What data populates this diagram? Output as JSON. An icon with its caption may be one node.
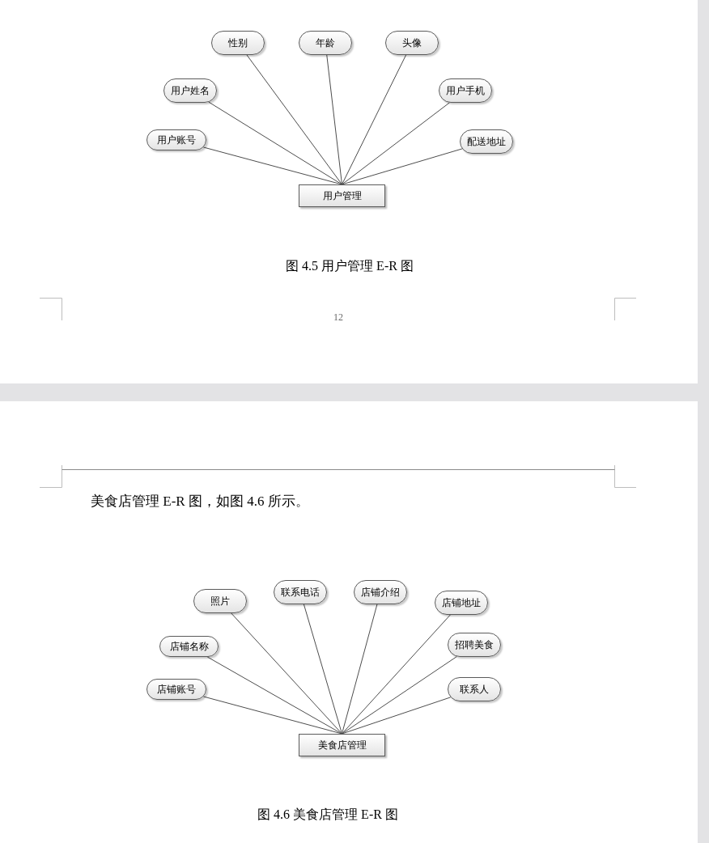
{
  "diagram": {
    "nodes": [
      {
        "text": [
          "性别"
        ]
      },
      {
        "text": [
          "年龄"
        ]
      },
      {
        "text": [
          "头像"
        ]
      },
      {
        "text": [
          "用户姓名"
        ]
      },
      {
        "text": [
          "用户手机"
        ]
      },
      {
        "text": [
          "用户账号"
        ]
      },
      {
        "text": [
          "配送地址"
        ]
      },
      {
        "text": [
          "用户管理"
        ]
      },
      {
        "text": [
          "照片"
        ]
      },
      {
        "text": [
          "联系电话"
        ]
      },
      {
        "text": [
          "店铺介绍"
        ]
      },
      {
        "text": [
          "店铺地址"
        ]
      },
      {
        "text": [
          "店铺名称"
        ]
      },
      {
        "text": [
          "招聘美食"
        ]
      },
      {
        "text": [
          "店铺账号"
        ]
      },
      {
        "text": [
          "联系人"
        ]
      },
      {
        "text": [
          "美食店管理"
        ]
      }
    ],
    "edges": [
      {
        "from": 5,
        "to": 7,
        "arrow": "none"
      },
      {
        "from": 3,
        "to": 7,
        "arrow": "none"
      },
      {
        "from": 0,
        "to": 7,
        "arrow": "none"
      },
      {
        "from": 1,
        "to": 7,
        "arrow": "none"
      },
      {
        "from": 2,
        "to": 7,
        "arrow": "none"
      },
      {
        "from": 4,
        "to": 7,
        "arrow": "none"
      },
      {
        "from": 6,
        "to": 7,
        "arrow": "none"
      },
      {
        "from": 14,
        "to": 16,
        "arrow": "none"
      },
      {
        "from": 12,
        "to": 16,
        "arrow": "none"
      },
      {
        "from": 8,
        "to": 16,
        "arrow": "none"
      },
      {
        "from": 9,
        "to": 16,
        "arrow": "none"
      },
      {
        "from": 10,
        "to": 16,
        "arrow": "none"
      },
      {
        "from": 11,
        "to": 16,
        "arrow": "none"
      },
      {
        "from": 13,
        "to": 16,
        "arrow": "none"
      },
      {
        "from": 15,
        "to": 16,
        "arrow": "none"
      }
    ],
    "labels": [
      "图 4.5 用户管理 E-R 图",
      "12",
      "美食店管理 E-R 图，如图 4.6 所示。",
      "图 4.6 美食店管理 E-R 图"
    ]
  }
}
